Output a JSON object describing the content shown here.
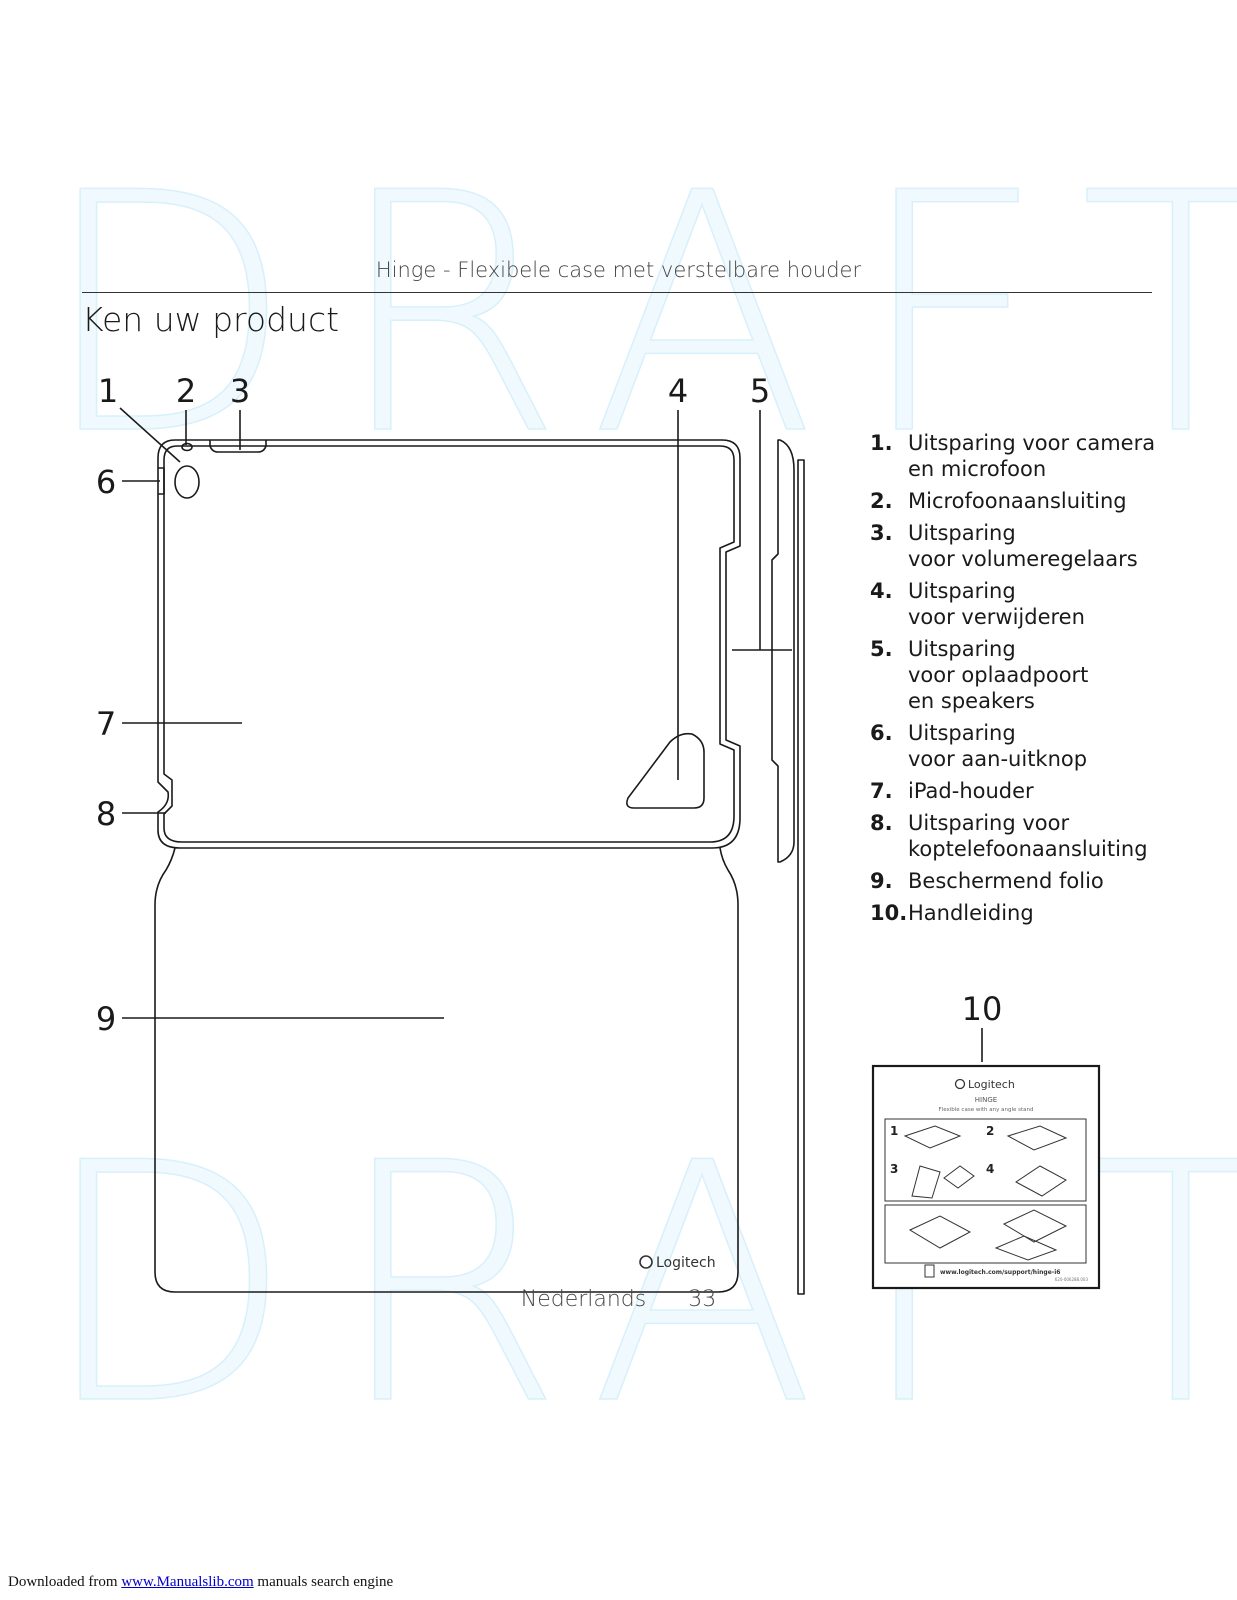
{
  "watermark": "DRAFT",
  "header": {
    "title": "Hinge - Flexibele case met verstelbare houder",
    "section": "Ken uw product"
  },
  "callouts": [
    "1",
    "2",
    "3",
    "4",
    "5",
    "6",
    "7",
    "8",
    "9",
    "10"
  ],
  "legend": [
    {
      "num": "1.",
      "text": "Uitsparing voor camera\nen microfoon"
    },
    {
      "num": "2.",
      "text": "Microfoonaansluiting"
    },
    {
      "num": "3.",
      "text": "Uitsparing\nvoor volumeregelaars"
    },
    {
      "num": "4.",
      "text": "Uitsparing\nvoor verwijderen"
    },
    {
      "num": "5.",
      "text": "Uitsparing\nvoor oplaadpoort\nen speakers"
    },
    {
      "num": "6.",
      "text": "Uitsparing\nvoor aan-uitknop"
    },
    {
      "num": "7.",
      "text": "iPad-houder"
    },
    {
      "num": "8.",
      "text": "Uitsparing voor\nkoptelefoonaansluiting"
    },
    {
      "num": "9.",
      "text": "Beschermend folio"
    },
    {
      "num": "10.",
      "text": "Handleiding"
    }
  ],
  "case_logo": "Logitech",
  "manual": {
    "brand": "Logitech",
    "product": "HINGE",
    "tagline": "Flexible case with any angle stand",
    "steps": [
      "1",
      "2",
      "3",
      "4"
    ],
    "url": "www.logitech.com/support/hinge-i6",
    "part_no": "620-006288.003"
  },
  "footer": {
    "language": "Nederlands",
    "page": "33"
  },
  "download_note": {
    "prefix": "Downloaded from ",
    "link": "www.Manualslib.com",
    "suffix": " manuals search engine"
  }
}
